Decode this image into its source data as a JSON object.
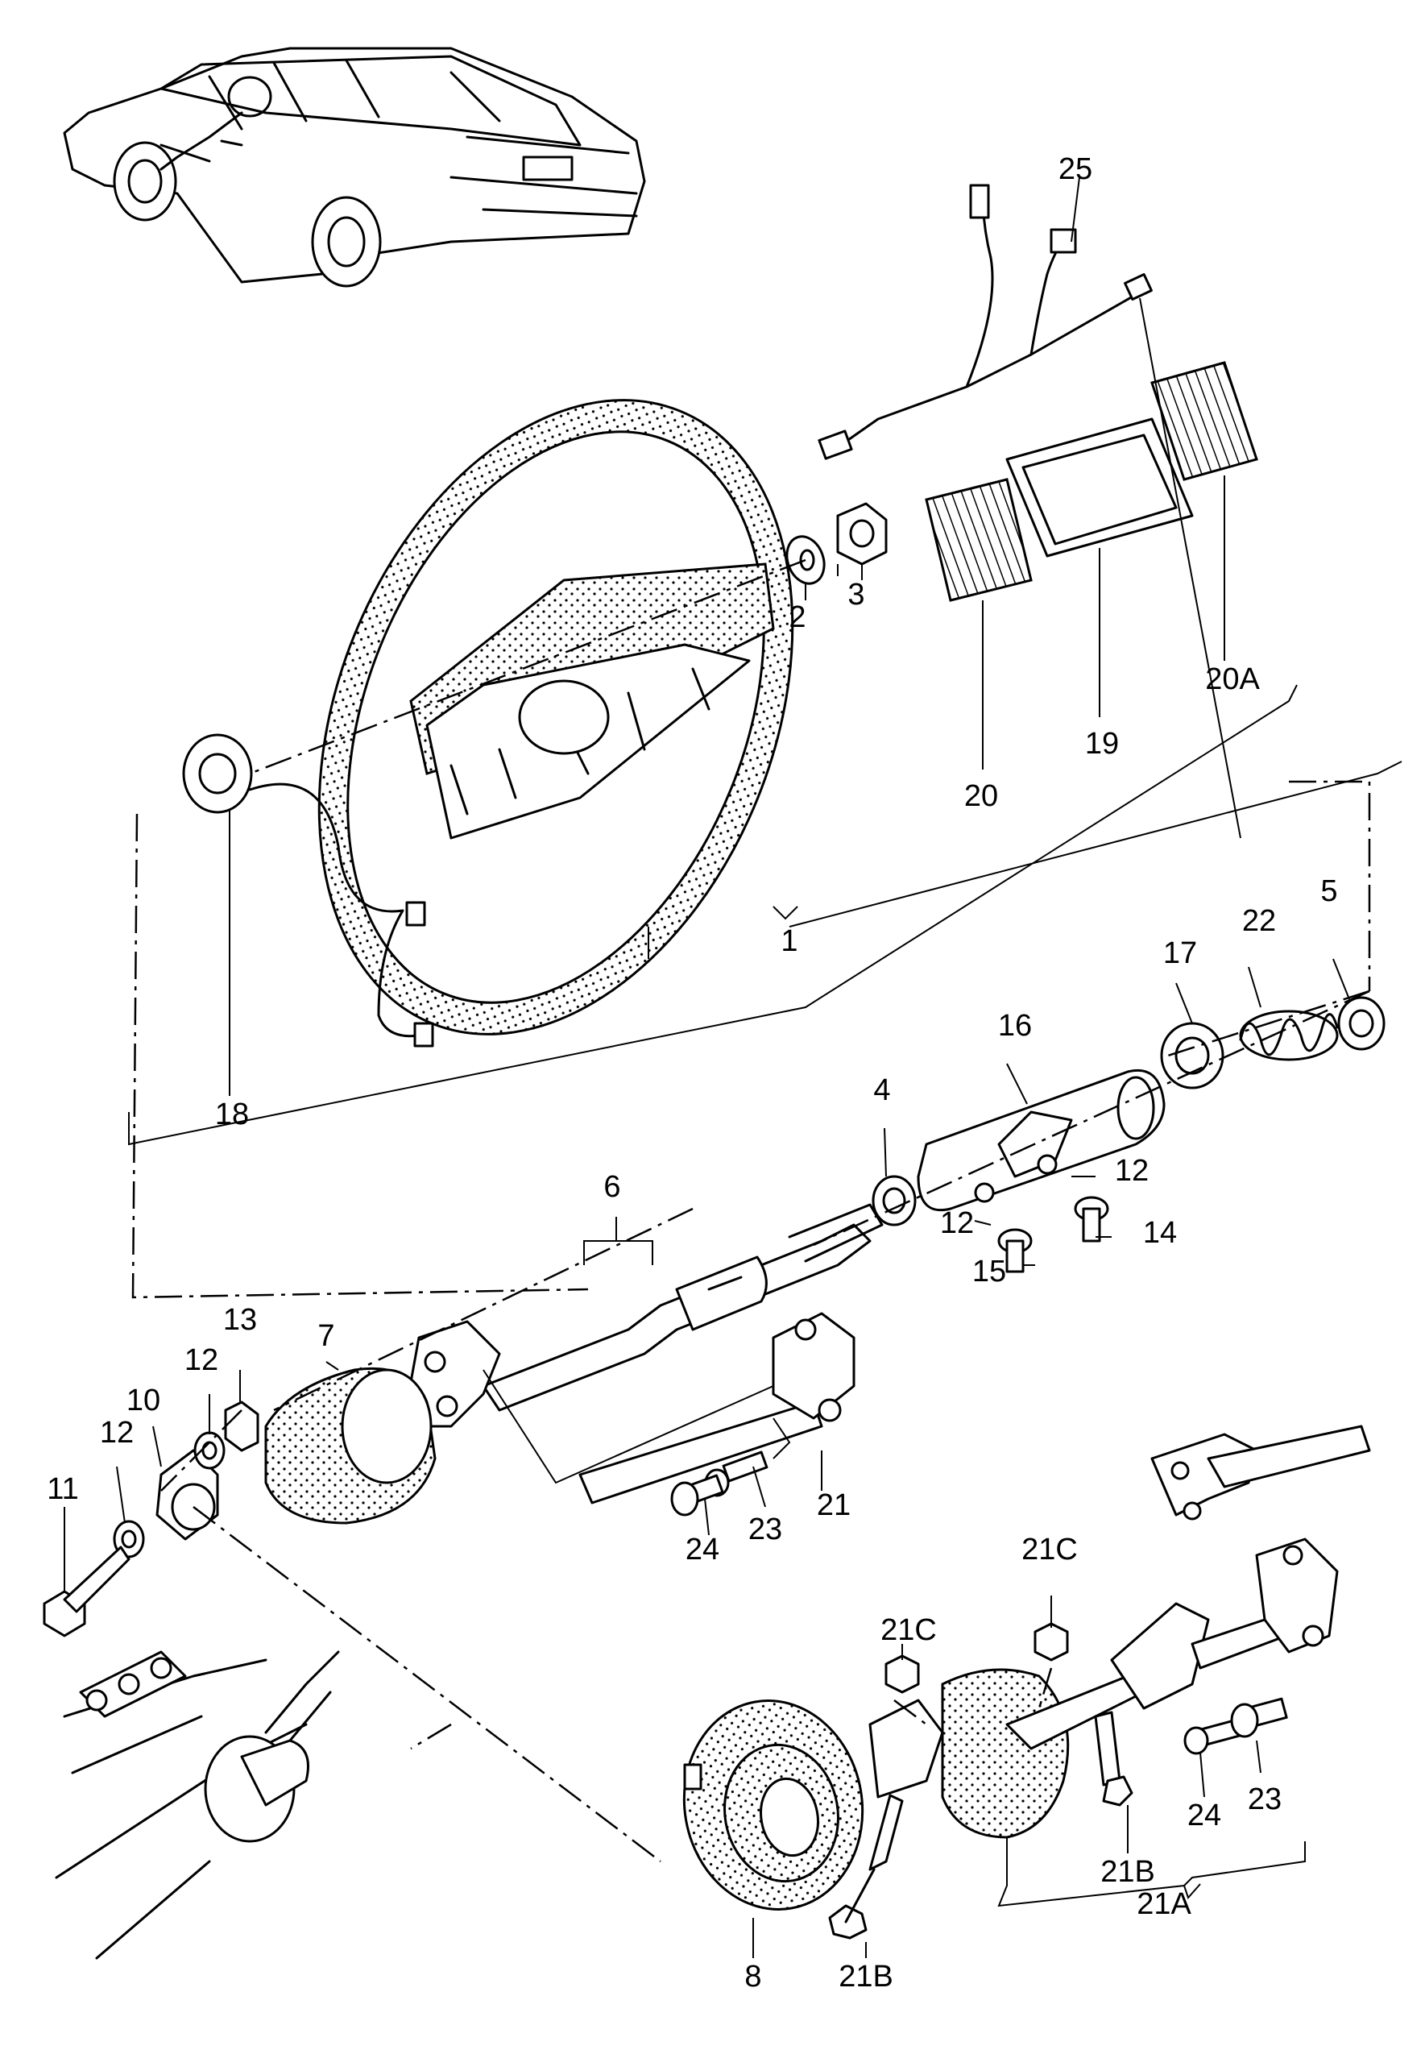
{
  "labels": {
    "p1": "1",
    "p2": "2",
    "p3": "3",
    "p4": "4",
    "p5": "5",
    "p6": "6",
    "p7": "7",
    "p8": "8",
    "p10": "10",
    "p11": "11",
    "p12a": "12",
    "p12b": "12",
    "p12c": "12",
    "p12d": "12",
    "p13": "13",
    "p14": "14",
    "p15": "15",
    "p16": "16",
    "p17": "17",
    "p18": "18",
    "p19": "19",
    "p20": "20",
    "p20A": "20A",
    "p21": "21",
    "p21Aa": "21A",
    "p21Ba": "21B",
    "p21Bb": "21B",
    "p21Ca": "21C",
    "p21Cb": "21C",
    "p22": "22",
    "p23a": "23",
    "p23b": "23",
    "p24a": "24",
    "p24b": "24",
    "p25": "25"
  }
}
